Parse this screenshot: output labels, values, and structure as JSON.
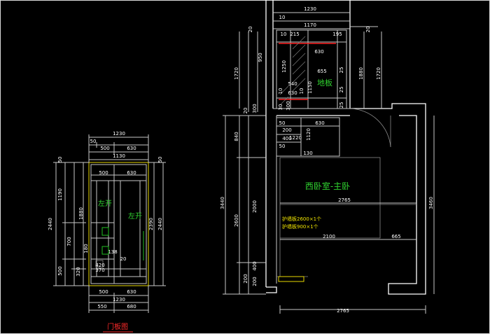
{
  "door_panel": {
    "title": "门板图",
    "labels": {
      "left_open_1": "左开",
      "left_open_2": "左开"
    },
    "top_dims": [
      "1230",
      "50",
      "500",
      "630",
      "1130",
      "500",
      "630"
    ],
    "left_dims": [
      "2440",
      "50",
      "1190",
      "1880",
      "700",
      "500",
      "320",
      "180"
    ],
    "right_dims": [
      "2390",
      "2440",
      "50"
    ],
    "inner_dims": [
      "420",
      "370",
      "138",
      "20"
    ],
    "bottom_dims": [
      "500",
      "630",
      "1230",
      "550",
      "680"
    ]
  },
  "room_plan": {
    "room_label": "西卧室-主卧",
    "floor_label": "地板",
    "notes": [
      "护墙板2600×1个",
      "护墙板900×1个"
    ],
    "top_dims": [
      "1230",
      "10",
      "1170",
      "10",
      "215",
      "630",
      "195"
    ],
    "upper_dims": [
      "950",
      "1250",
      "655",
      "540",
      "10",
      "630",
      "10",
      "1150",
      "25",
      "25",
      "25",
      "30",
      "300"
    ],
    "mid_dims": [
      "50",
      "630",
      "1120",
      "200",
      "400",
      "1220",
      "50",
      "130"
    ],
    "left_dims": [
      "20",
      "1720",
      "20",
      "300",
      "840",
      "3440",
      "2600",
      "2000",
      "400",
      "200",
      "200"
    ],
    "right_dims": [
      "20",
      "1880",
      "1720",
      "3460"
    ],
    "main_dims": [
      "2765",
      "2100",
      "665"
    ],
    "bottom_dim": "2765"
  }
}
